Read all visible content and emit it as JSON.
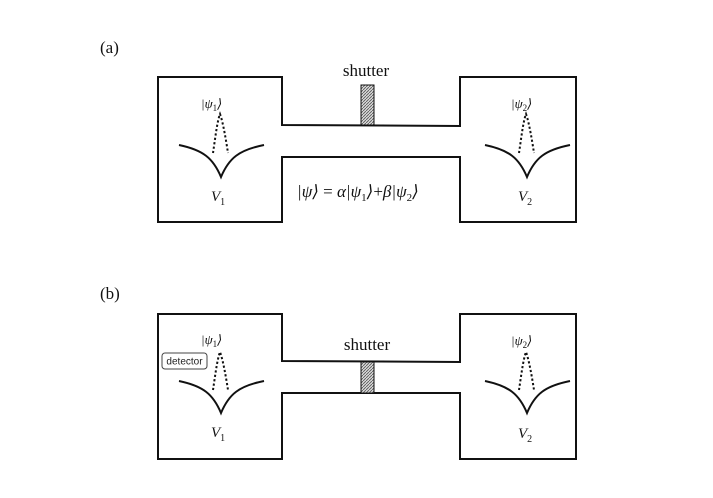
{
  "panels": [
    {
      "label": "(a)",
      "shutter_label": "shutter",
      "state_left": {
        "psi": "ψ",
        "sub": "1"
      },
      "state_right": {
        "psi": "ψ",
        "sub": "2"
      },
      "potential_left": {
        "v": "V",
        "sub": "1"
      },
      "potential_right": {
        "v": "V",
        "sub": "2"
      },
      "equation": {
        "psi": "ψ",
        "equals": "=",
        "alpha": "α",
        "psi1": "ψ",
        "sub1": "1",
        "plus": "+",
        "beta": "β",
        "psi2": "ψ",
        "sub2": "2"
      }
    },
    {
      "label": "(b)",
      "shutter_label": "shutter",
      "detector_label": "detector",
      "state_left": {
        "psi": "ψ",
        "sub": "1"
      },
      "state_right": {
        "psi": "ψ",
        "sub": "2"
      },
      "potential_left": {
        "v": "V",
        "sub": "1"
      },
      "potential_right": {
        "v": "V",
        "sub": "2"
      }
    }
  ]
}
